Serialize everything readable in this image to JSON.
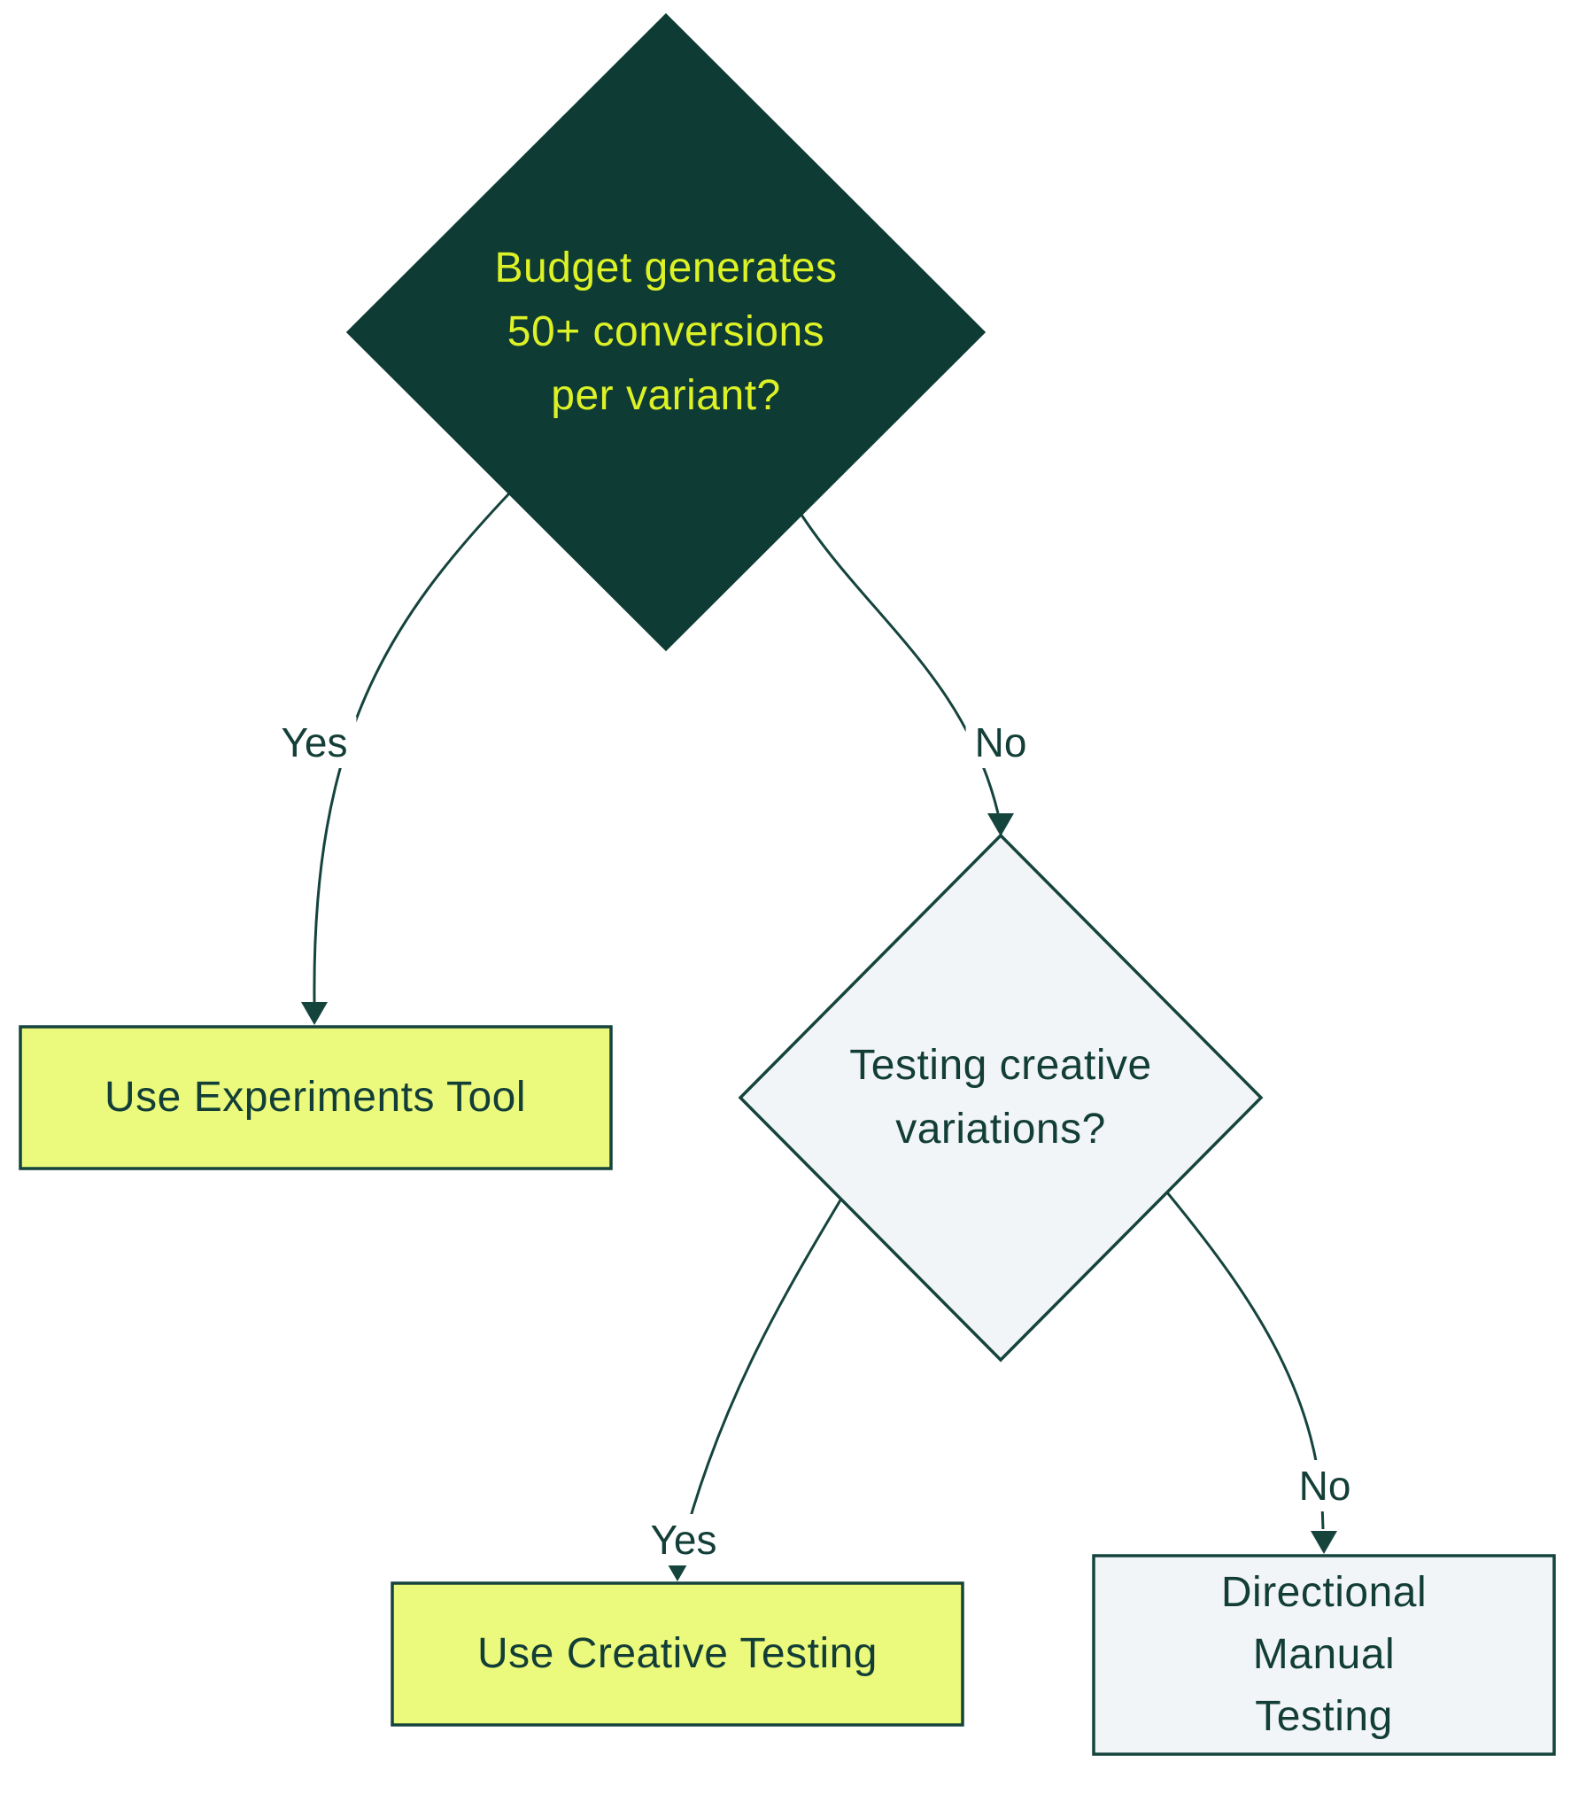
{
  "diagram": {
    "type": "decision-tree-flowchart",
    "background": "#FFFFFF",
    "colors": {
      "dark_fill": "#0E3B34",
      "dark_fill_text": "#DDF226",
      "yellow_fill": "#EBF97C",
      "light_fill": "#F2F5F7",
      "outline": "#15443D",
      "text_dark": "#123E37"
    },
    "nodes": [
      {
        "id": "budget-question",
        "shape": "diamond",
        "style": "dark",
        "label": "Budget generates\n50+ conversions\nper variant?"
      },
      {
        "id": "experiments-tool",
        "shape": "rect",
        "style": "yellow",
        "label": "Use Experiments Tool"
      },
      {
        "id": "creative-question",
        "shape": "diamond",
        "style": "light",
        "label": "Testing creative\nvariations?"
      },
      {
        "id": "creative-testing",
        "shape": "rect",
        "style": "yellow",
        "label": "Use Creative Testing"
      },
      {
        "id": "manual-testing",
        "shape": "rect",
        "style": "light",
        "label": "Directional\nManual Testing"
      }
    ],
    "edges": [
      {
        "from": "budget-question",
        "to": "experiments-tool",
        "label": "Yes"
      },
      {
        "from": "budget-question",
        "to": "creative-question",
        "label": "No"
      },
      {
        "from": "creative-question",
        "to": "creative-testing",
        "label": "Yes"
      },
      {
        "from": "creative-question",
        "to": "manual-testing",
        "label": "No"
      }
    ]
  }
}
